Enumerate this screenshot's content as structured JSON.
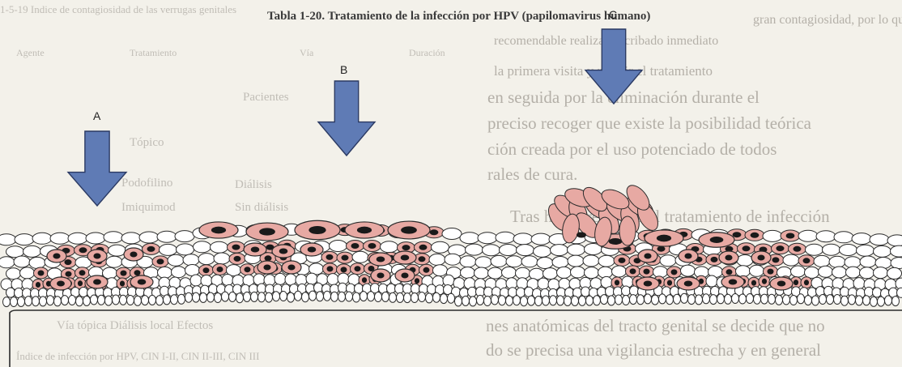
{
  "figure": {
    "arrows": [
      {
        "label": "A"
      },
      {
        "label": "B"
      },
      {
        "label": "C"
      }
    ],
    "colors": {
      "arrow_fill": "#5f7bb5",
      "arrow_stroke": "#2b3a63",
      "cell_outline": "#2b2b2b",
      "cell_normal": "#ffffff",
      "cell_infected": "#e7a9a3",
      "nucleus": "#1a1a1a",
      "background": "#f3f1ea"
    }
  },
  "background_text": {
    "header_left": "1-5-19 Indice de contagiosidad de las verrugas genitales",
    "title_bold": "Tabla 1-20. Tratamiento de la infección por HPV (papilomavirus humano)",
    "col_headers": [
      "Agente",
      "Tratamiento",
      "Vía",
      "Duración"
    ],
    "right_para_1": "gran contagiosidad, por lo que sería",
    "right_para_2": "recomendable realizar el cribado inmediato",
    "right_para_3": "la primera visita y repetir el tratamiento",
    "right_para_4": "en seguida por la eliminación durante el",
    "right_para_5": "preciso recoger que existe la posibilidad teórica",
    "right_para_6": "ción creada por el uso potenciado de todos",
    "right_para_7": "rales de cura.",
    "right_para_8": "Tras haber revisado el tratamiento de infección",
    "left_rows": [
      "Pacientes",
      "Tópico",
      "Podofilino",
      "Imiquimod",
      "Sin diálisis",
      "Diálisis"
    ],
    "bottom_para_1": "nes anatómicas del tracto genital se decide que no",
    "bottom_para_2": "do se precisa una vigilancia estrecha y en general",
    "bottom_left": "Vía tópica   Diálisis   local   Efectos",
    "footer_left": "Índice de infección por HPV, CIN I-II, CIN II-III, CIN III"
  }
}
